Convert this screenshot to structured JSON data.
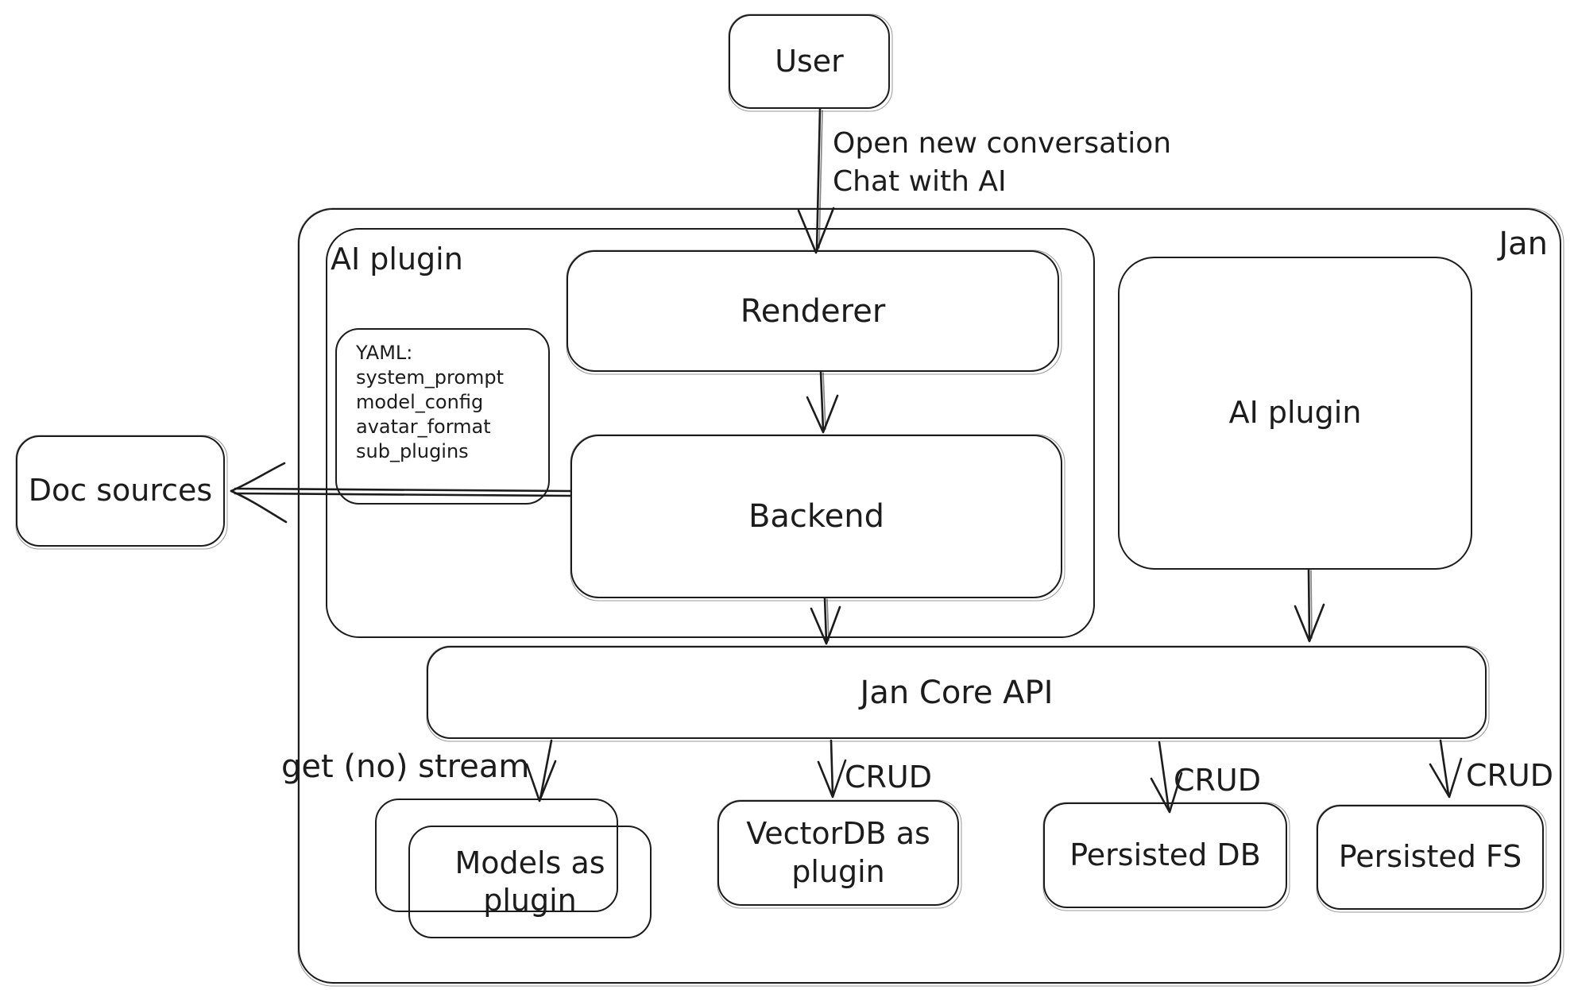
{
  "diagram": {
    "colors": {
      "ink": "#1c1c1c",
      "background": "#ffffff"
    },
    "nodes": {
      "user": {
        "label": "User"
      },
      "jan": {
        "label": "Jan"
      },
      "ai_plugin_left": {
        "label": "AI plugin"
      },
      "renderer": {
        "label": "Renderer"
      },
      "backend": {
        "label": "Backend"
      },
      "yaml_note": {
        "title": "YAML:",
        "lines": [
          "system_prompt",
          "model_config",
          "avatar_format",
          "sub_plugins"
        ]
      },
      "doc_sources": {
        "label": "Doc sources"
      },
      "ai_plugin_right": {
        "label": "AI plugin"
      },
      "jan_core_api": {
        "label": "Jan Core API"
      },
      "models_as_plugin": {
        "label": "Models as plugin"
      },
      "vectordb_as_plugin": {
        "label": "VectorDB as plugin"
      },
      "persisted_db": {
        "label": "Persisted DB"
      },
      "persisted_fs": {
        "label": "Persisted FS"
      }
    },
    "edges": {
      "open_chat": {
        "line1": "Open new conversation",
        "line2": "Chat with AI"
      },
      "get_no_stream": {
        "label": "get (no) stream"
      },
      "crud_vectordb": {
        "label": "CRUD"
      },
      "crud_persisted_db": {
        "label": "CRUD"
      },
      "crud_persisted_fs": {
        "label": "CRUD"
      }
    }
  }
}
